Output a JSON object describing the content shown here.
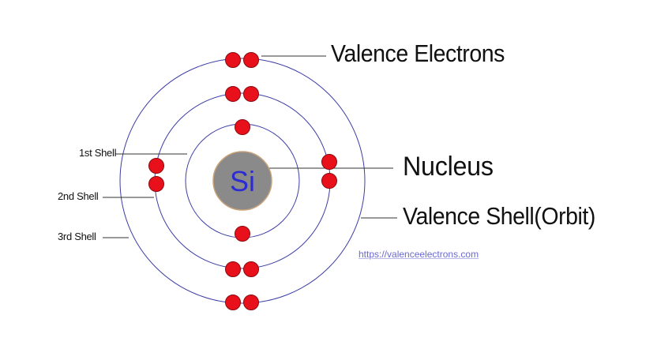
{
  "element_symbol": "Si",
  "labels": {
    "first_shell": "1st Shell",
    "second_shell": "2nd Shell",
    "third_shell": "3rd Shell",
    "valence_electrons": "Valence Electrons",
    "nucleus": "Nucleus",
    "valence_shell": "Valence Shell(Orbit)"
  },
  "source_url": "https://valenceelectrons.com",
  "shells": [
    {
      "name": "1st Shell",
      "electrons": 2
    },
    {
      "name": "2nd Shell",
      "electrons": 8
    },
    {
      "name": "3rd Shell",
      "electrons": 4
    }
  ],
  "colors": {
    "orbit": "#3d3da6",
    "electron_fill": "#e8101a",
    "electron_stroke": "#8a0a10",
    "nucleus_fill": "#8a8a8a",
    "nucleus_stroke": "#c9a27a",
    "symbol": "#2b2bd6",
    "leader_line": "#333333"
  }
}
